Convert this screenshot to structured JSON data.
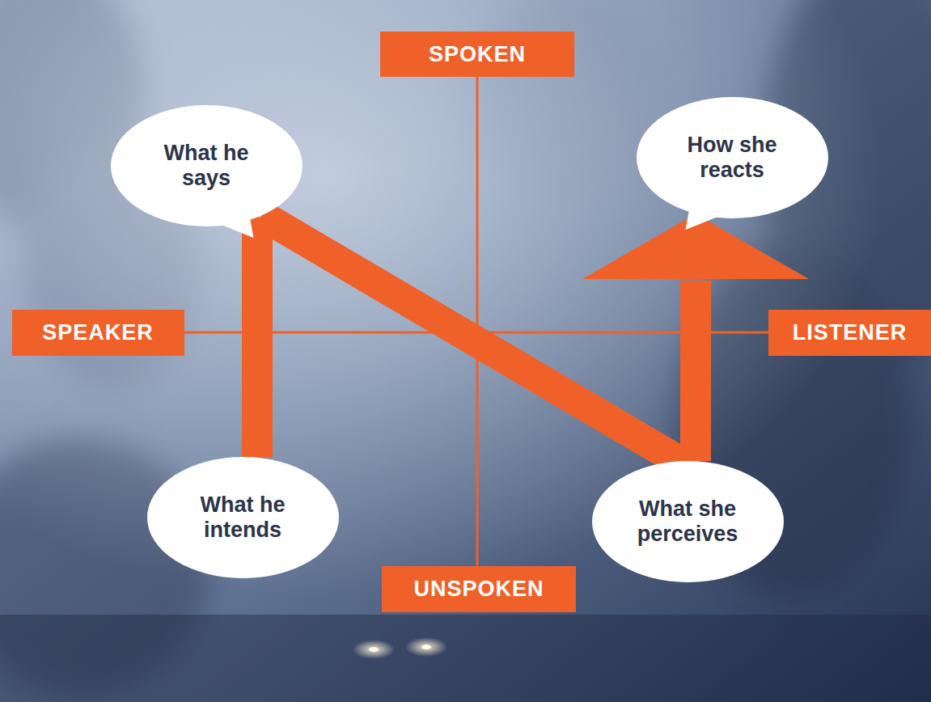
{
  "diagram": {
    "nodes": [
      {
        "text": [
          "SPOKEN"
        ]
      },
      {
        "text": [
          "What he says"
        ]
      },
      {
        "text": [
          "How she reacts"
        ]
      },
      {
        "text": [
          "SPEAKER"
        ]
      },
      {
        "text": [
          "LISTENER"
        ]
      },
      {
        "text": [
          "What he intends"
        ]
      },
      {
        "text": [
          "What she perceives"
        ]
      },
      {
        "text": [
          "UNSPOKEN"
        ]
      }
    ],
    "edges": [
      {
        "from": 5,
        "to": 1,
        "arrow": "none"
      },
      {
        "from": 1,
        "to": 6,
        "arrow": "none"
      },
      {
        "from": 6,
        "to": 2,
        "arrow": "to"
      },
      {
        "from": 0,
        "to": 7,
        "arrow": "none"
      },
      {
        "from": 3,
        "to": 4,
        "arrow": "none"
      }
    ]
  }
}
